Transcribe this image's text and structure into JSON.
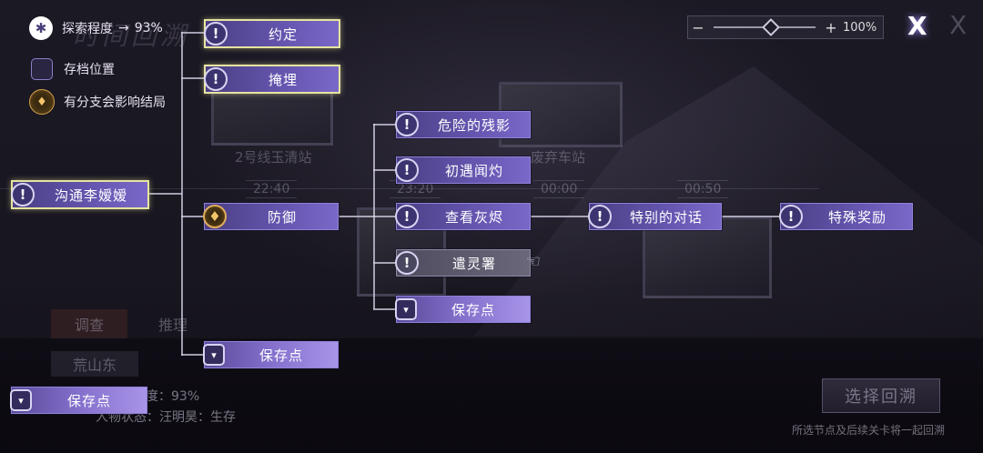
{
  "legend": {
    "explore_label": "探索程度",
    "explore_arrow": "→",
    "explore_value": "93%",
    "save_label": "存档位置",
    "branch_label": "有分支会影响结局"
  },
  "background": {
    "title": "时间回溯",
    "scenes": [
      "2号线玉清站",
      "废弃车站"
    ],
    "times": [
      "22:40",
      "23:20",
      "00:00",
      "00:50"
    ],
    "tab_investigate": "调查",
    "tab_reason": "推理",
    "location": "荒山东",
    "explore_row": "度：93%",
    "status_row": "人物状态：汪明昊：生存"
  },
  "nodes": {
    "goutong": "沟通李嫒嫒",
    "yueding": "约定",
    "yanmai": "掩埋",
    "fangyu": "防御",
    "save1": "保存点",
    "save2": "保存点",
    "save3": "保存点",
    "weixian": "危险的残影",
    "chuyu": "初遇闻灼",
    "chakan": "查看灰烬",
    "yiling": "遣灵署",
    "tebie": "特别的对话",
    "teshu": "特殊奖励"
  },
  "zoom": {
    "minus": "−",
    "plus": "+",
    "value": "100%"
  },
  "close": {
    "primary": "X",
    "secondary": "X"
  },
  "footer": {
    "choose_button": "选择回溯",
    "hint": "所选节点及后续关卡将一起回溯"
  },
  "colors": {
    "node": "#6656b0",
    "highlight": "#e6e4a0",
    "branch": "#e0ad5a"
  }
}
